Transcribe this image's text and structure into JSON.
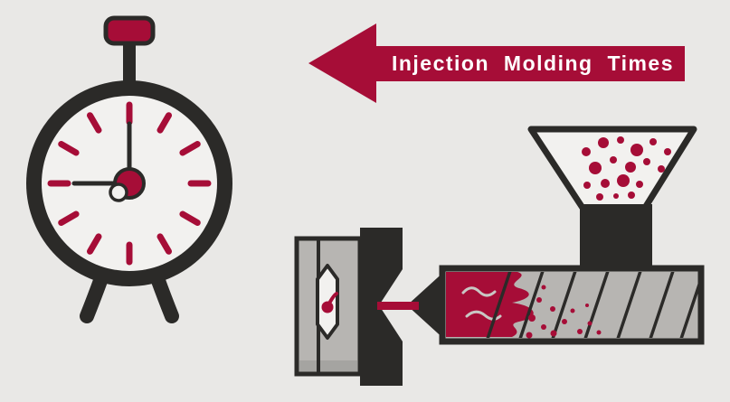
{
  "page": {
    "title": "Injection Molding Times"
  },
  "arrow": {
    "label": "Injection Molding Times",
    "direction": "left"
  },
  "stopwatch": {
    "time_shown": "9:00",
    "tick_count": 12
  },
  "machine": {
    "parts": [
      "hopper",
      "plastic-pellets",
      "barrel",
      "screw",
      "melt",
      "nozzle",
      "mold",
      "molded-part"
    ]
  },
  "colors": {
    "background": "#e9e8e6",
    "accent": "#a60d37",
    "dark": "#2b2a28",
    "gray": "#b7b5b2",
    "face": "#f2f1ef",
    "text": "#ffffff"
  }
}
